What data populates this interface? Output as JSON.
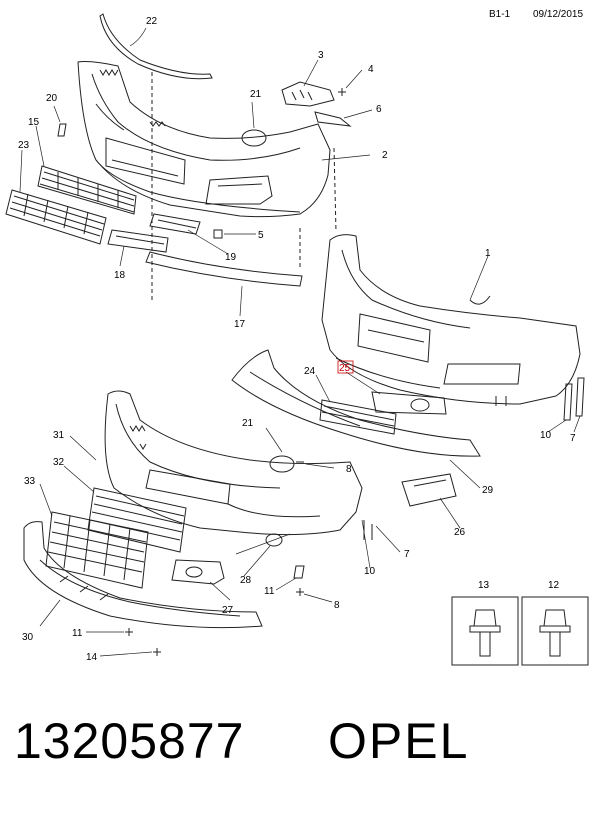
{
  "header": {
    "sheet": "B1-1",
    "date": "09/12/2015"
  },
  "callouts": {
    "c1": "1",
    "c2": "2",
    "c3": "3",
    "c4": "4",
    "c5": "5",
    "c6": "6",
    "c7a": "7",
    "c7b": "7",
    "c8a": "8",
    "c8b": "8",
    "c10a": "10",
    "c10b": "10",
    "c11a": "11",
    "c11b": "11",
    "c12": "12",
    "c13": "13",
    "c14": "14",
    "c15": "15",
    "c17": "17",
    "c18": "18",
    "c19": "19",
    "c20": "20",
    "c21a": "21",
    "c21b": "21",
    "c22": "22",
    "c23": "23",
    "c24": "24",
    "c25": "25",
    "c26": "26",
    "c27": "27",
    "c28": "28",
    "c29": "29",
    "c30": "30",
    "c31": "31",
    "c32": "32",
    "c33": "33"
  },
  "footer": {
    "part_number": "13205877",
    "brand": "OPEL"
  },
  "colors": {
    "line": "#222222",
    "highlight": "#cc0000"
  }
}
